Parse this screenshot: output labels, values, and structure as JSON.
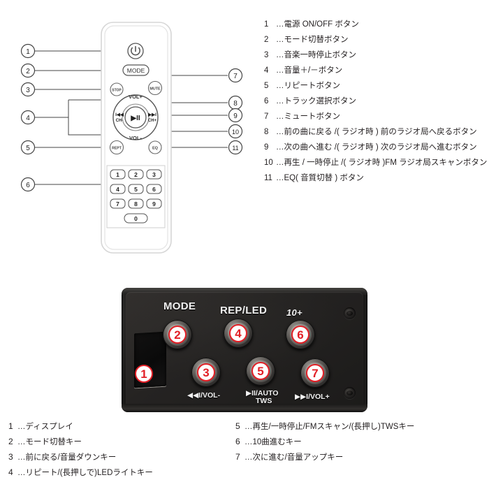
{
  "remote": {
    "power_icon": "power-symbol",
    "mode_label": "MODE",
    "stop_label": "STOP",
    "mute_label": "MUTE",
    "vol_up_label": "VOL+",
    "vol_down_label": "VOL-",
    "prev_label": "I◀◀",
    "prev_sub_label": "CH-",
    "next_label": "▶▶I",
    "next_sub_label": "CH+",
    "play_pause_label": "▶II",
    "rept_label": "REPT",
    "eq_label": "EQ",
    "keypad": [
      "1",
      "2",
      "3",
      "4",
      "5",
      "6",
      "7",
      "8",
      "9",
      "0"
    ],
    "callouts_left": [
      "1",
      "2",
      "3",
      "4",
      "5",
      "6"
    ],
    "callouts_right": [
      "7",
      "8",
      "9",
      "10",
      "11"
    ]
  },
  "legend_remote": [
    {
      "num": "1",
      "dots": "…",
      "text": "電源 ON/OFF ボタン"
    },
    {
      "num": "2",
      "dots": "…",
      "text": "モード切替ボタン"
    },
    {
      "num": "3",
      "dots": "…",
      "text": "音楽一時停止ボタン"
    },
    {
      "num": "4",
      "dots": "…",
      "text": "音量＋/－ボタン"
    },
    {
      "num": "5",
      "dots": "…",
      "text": "リピートボタン"
    },
    {
      "num": "6",
      "dots": "…",
      "text": "トラック選択ボタン"
    },
    {
      "num": "7",
      "dots": "…",
      "text": "ミュートボタン"
    },
    {
      "num": "8",
      "dots": "…",
      "text": "前の曲に戻る /( ラジオ時 ) 前のラジオ局へ戻るボタン"
    },
    {
      "num": "9",
      "dots": "…",
      "text": "次の曲へ進む /( ラジオ時 ) 次のラジオ局へ進むボタン"
    },
    {
      "num": "10",
      "dots": "…",
      "text": "再生 / 一時停止 /( ラジオ時 )FM ラジオ局スキャンボタン"
    },
    {
      "num": "11",
      "dots": "…",
      "text": "EQ( 音質切替 ) ボタン"
    }
  ],
  "panel": {
    "labels": {
      "mode": "MODE",
      "rep_led": "REP/LED",
      "ten_plus": "10+",
      "prev_vol_down": "◀◀I/VOL-",
      "play_auto": "▶II/AUTO",
      "tws": "TWS",
      "next_vol_up": "▶▶I/VOL+"
    },
    "markers": {
      "display": "①",
      "mode": "②",
      "prev": "③",
      "rep": "④",
      "play": "⑤",
      "ten": "⑥",
      "next": "⑦"
    },
    "marker_digits": {
      "display": "1",
      "mode": "2",
      "prev": "3",
      "rep": "4",
      "play": "5",
      "ten": "6",
      "next": "7"
    }
  },
  "legend_panel_left": [
    {
      "num": "1",
      "dots": "…",
      "text": "ディスプレイ"
    },
    {
      "num": "2",
      "dots": "…",
      "text": "モード切替キー"
    },
    {
      "num": "3",
      "dots": "…",
      "text": "前に戻る/音量ダウンキー"
    },
    {
      "num": "4",
      "dots": "…",
      "text": "リピート/(長押しで)LEDライトキー"
    }
  ],
  "legend_panel_right": [
    {
      "num": "5",
      "dots": "…",
      "text": "再生/一時停止/FMスキャン/(長押し)TWSキー"
    },
    {
      "num": "6",
      "dots": "…",
      "text": "10曲進むキー"
    },
    {
      "num": "7",
      "dots": "…",
      "text": "次に進む/音量アップキー"
    }
  ],
  "colors": {
    "line": "#3a3a3a",
    "remote_outline": "#d9d9d9",
    "marker_red": "#e21f26",
    "text": "#231f20"
  }
}
